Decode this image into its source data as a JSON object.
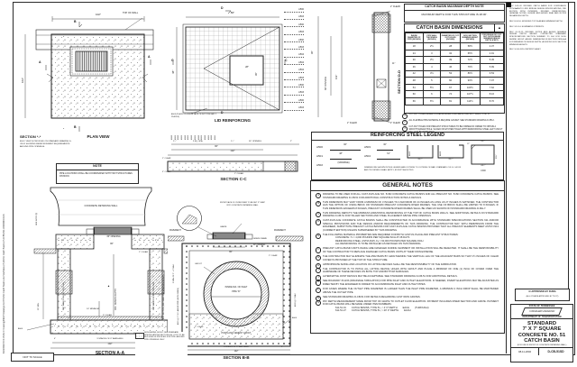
{
  "sheet": {
    "margin_text": "8/20/2002  9:15:15 AM    C:\\Users\\jg04b47\\Drawings\\D-CB 51SD Catch Basins and Manholes (P)100-51 Catch Basins (P-2CB51SD.19200000.DGN",
    "not_to_scale": "NOT T0 SCALE"
  },
  "plan_view": {
    "title": "PLAN VIEW",
    "top_of_wall": "TOP OF WALL",
    "dim_width": "102\"",
    "dim_height": "102\"",
    "cut_a": "A",
    "cut_b": "B",
    "cut_star": "*"
  },
  "lid_reinforcing": {
    "title": "LID REINFORCING",
    "dim_top": "86\"",
    "dim_left": "48\"",
    "dim_opening_w": "28\"",
    "dim_opening_h": "36\"",
    "cut_c": "C",
    "cut_d": "D",
    "note": "A503 (PLACE ON INSIDE FACE OF BOTTOM MAT, 2 PLACES)"
  },
  "section_dd": {
    "title": "SECTION D-D",
    "bar_labels": [
      "A500",
      "A503",
      "A500",
      "A503",
      "A500",
      "A503",
      "A504",
      "A504",
      "A504",
      "A503",
      "A500",
      "A503",
      "A500",
      "A503"
    ],
    "dim_36": "36\"",
    "dim_opening": "36\" OPENING",
    "dim_102": "102\"",
    "dim_11": "11\"",
    "clear_top": "2\" CLEAR",
    "clear_bottom": "2\" CLEAR",
    "clear_left": "2\" CLEAR"
  },
  "max_depth_note": {
    "title": "CATCH BASIN MAXIMUM DEPTH NOTE",
    "body": "MAXIMUM DEPTH FOR THIS STRUCTURE IS 28.00'."
  },
  "dimensions_table": {
    "title": "CATCH BASIN DIMENSIONS",
    "marker": "▲",
    "headers": [
      "INSIDE DIAMETER OF PIPE (INCHES)",
      "PIPE WALL THICKNESS (INCHES)",
      "DIAMETER OF CUT-OUT HOLES (INCHES)",
      "BOX SECTION MINIMUM HEIGHT (INCHES)",
      "FOR DESIGN OF CUT-OUT CATCH BASIN MINIMUM DESIGN DEPTH (FEET)"
    ],
    "rows": [
      [
        "18",
        "2½",
        "28",
        "58½",
        "4.37"
      ],
      [
        "24",
        "3",
        "32",
        "65½",
        "4.91"
      ],
      [
        "30",
        "3½",
        "39",
        "72½",
        "5.45"
      ],
      [
        "36",
        "4",
        "46",
        "79½",
        "5.99"
      ],
      [
        "42",
        "4½",
        "53",
        "86½",
        "6.53"
      ],
      [
        "48",
        "5",
        "60",
        "93½",
        "7.07"
      ],
      [
        "54",
        "5½",
        "67",
        "100½",
        "7.62"
      ],
      [
        "60",
        "6",
        "74",
        "107½",
        "8.16"
      ],
      [
        "66",
        "6½",
        "81",
        "114½",
        "8.70"
      ]
    ],
    "footnotes": [
      {
        "num": "1",
        "text": "CUT-OUT HOLES BASED ON REINFORCED CONCRETE PIPE WITH WALL TYPE \"B\"."
      },
      {
        "num": "2",
        "text": "ALL FLEXIBLE PIPE MATERIALS REQUIRE GASKET. SEE STANDARD DRAWING D-PB-2."
      },
      {
        "num": "3",
        "text": "CUT-OUT HOLES FOR PRECAST STRUCTURES TO BE FORMED IN ORDER TO OBTAIN A SMOOTH EDGED HOLE. SLICED OR ETCHED HOLES WITH REINFORCING STEEL LEFT UNCUT WILL NOT BE PERMITTED."
      }
    ]
  },
  "reinforcing_legend": {
    "title": "REINFORCING STEEL LEGEND",
    "straight_bars": [
      {
        "mark": "A500",
        "dim": "96\""
      },
      {
        "mark": "A501",
        "dim": "48\""
      },
      {
        "mark": "A502",
        "dim": "(VARIABLE)"
      },
      {
        "mark": "A503",
        "dim": "30\""
      },
      {
        "mark": "A504",
        "dim": "61\""
      }
    ],
    "bent_bars": [
      {
        "mark": "A505",
        "dim": "20½\""
      },
      {
        "mark": "A506",
        "dim": "20½\""
      }
    ],
    "box_bar": {
      "mark": "L500",
      "dim_top": "66½\"",
      "dim_right": "60½\"",
      "dim_bottom": "66½\"",
      "dim_corner": "12\""
    },
    "note": "DIMENSIONS SHOWN IN THIS LEGEND ARE OUTSIDE TO OUTSIDE OF BAR. STANDARD C.R.S.I. HOOK AND TIE DETAILS SHALL APPLY, EXCEPT AS NOTED."
  },
  "pipe_note": {
    "title": "NOTE",
    "text": "PIPE LOCATIONS SHALL BE COORDINATED WITH TDOT STRUCTURES DIVISION."
  },
  "section_star": {
    "title": "SECTION *-*",
    "text": "ELEV. VIEW IS PROVIDED ON STANDARD DRAWING D-CB-51 SHOWING REINFORCEMENT REQUIREMENTS AROUND PIPE OPENINGS."
  },
  "section_cc": {
    "title": "SECTION C-C",
    "bar_labels": [
      "A500",
      "A503",
      "A500",
      "A503",
      "A500",
      "A503",
      "A500",
      "A503",
      "A500",
      "A503",
      "A500",
      "A503",
      "A500",
      "A504"
    ],
    "dims_row1": [
      "2½\"",
      "9 EQ. SPA.",
      "1½\"",
      "36\" OPENING",
      "2\""
    ],
    "dim_86": "86\"",
    "dim_102": "102\"",
    "clear_left_top": "2\" CLEAR",
    "clear_left_bot": "3\" CLEAR",
    "clear_bottom": "2\" CLEAR"
  },
  "general_notes": {
    "title": "GENERAL NOTES",
    "items": [
      {
        "letter": "A",
        "text": "DRAWING TO BE USED FOR ALL CAST-IN-PLACE NO. 51SD CONCRETE CATCH BASINS AND ALL PRECAST NO. 51SD CONCRETE CATCH BASINS. SEE STANDARD DRAWING D-CB-51 FOR ADDITIONAL CONSTRUCTION NOTES & DETAILS."
      },
      {
        "letter": "B",
        "text": "THIS DIMENSION MAY VARY FROM A MINIMUM OF 3 INCHES TO A MAXIMUM OF 24 INCHES AS LONG AS 27 INCHES IS SATISFIED. THE CONTRACTOR HAS THE OPTION OF USING BRICK OR STANDARD PRECAST CONCRETE RISER FRAMES. THE USE OF BRICK SHALL BE LIMITED TO 8 INCHES. IF THIS DIMENSION EXCEEDS 8 INCHES, PRECAST CONCRETE RISER FRAMES SHALL BE USED AS SHOWN ON STANDARD DRAWING D-MH-7."
      },
      {
        "letter": "C",
        "text": "THIS DRAWING DEPICTS THE MINIMUM HORIZONTAL REINFORCING AT THE TOP OF CATCH BASIN WALLS. SEE ADDITIONAL DETAILS ON STANDARD DRAWING D-CB-51 FOR TALLER SECTIONS AND STEEL PLACEMENT ABOVE PIPE OPENINGS."
      },
      {
        "letter": "D",
        "text": "CAST-IN-PLACE CONCRETE CATCH BASINS SHALL BE CONSTRUCTED IN ACCORDANCE WITH STANDARD SPECIFICATIONS SECTION 611 AND/OR SPECIAL PROVISIONS AND THE DESIGN AND/OR REQUIREMENTS OF THIS DRAWING. THE CONTRACTOR MAY, WITH PERMISSION FROM THE ENGINEER, SUBSTITUTE PRECAST CATCH BASINS FOR CAST-IN-PLACE CATCH BASINS PROVIDED THAT ALL PRECAST ELEMENTS MEET ASTM C913 (CURRENT EDITION) UNLESS SUPERSEDED BY THIS DRAWING."
      },
      {
        "letter": "E",
        "text": "THE FOLLOWING MATERIAL PROPERTIES ARE REQUIRED FOR BOTH CAST-IN-PLACE AND PRECAST STRUCTURES:",
        "sub": [
          "CONCRETE: f'c = 4,000 POUNDS PER SQUARE INCH AT 28 DAYS",
          "REINFORCING STEEL: ASTM A615, Fy = 60,000 POUNDS PER SQUARE INCH",
          "ALL REINFORCING IS TO BE INSTALLED AS DETAILED ON THIS DRAWING."
        ]
      },
      {
        "letter": "F",
        "text": "PRECAST CATCH BASIN UNITS WHICH ARE DAMAGED DURING SHIPMENT OR INSTALLATION WILL BE REJECTED. IT SHALL BE THE RESPONSIBILITY OF THE CONTRACTOR TO REPLACE DAMAGED CATCH BASIN UNITS AT THEIR OWN EXPENSE."
      },
      {
        "letter": "G",
        "text": "THE CONTRACTOR MAY ELIMINATE THE A502 BARS BY LENGTHENING THE VERTICAL LEG OF THE ADJACENT BARS SO THAT 1½ INCHES OF CLEAR COVER IS PROVIDED AT THE TOP OF THE STRUCTURE."
      },
      {
        "letter": "H",
        "text": "APPROPRIATE SIZING AND LOCATION OF LIFTING DEVICES SHALL BE THE RESPONSIBILITY OF THE FABRICATOR."
      },
      {
        "letter": "I",
        "text": "THE CONTRACTOR IS TO PATCH ALL LIFTING DEVICE HOLES WITH GROUT AND PLACE A MINIMUM OF ONE (1) INCH OF COVER OVER THE HARDWARE OF THESE DEVICES ON BOTH TOP AND BOTTOM SURFACES."
      },
      {
        "letter": "J",
        "text": "ALTERNATIVE JOINT DETAILS MAY BE ACCEPTABLE. SEE STANDARD DRAWING D-CB-51 FOR ADDITIONAL DETAILS."
      },
      {
        "letter": "K",
        "text": "SEE ROADWAY PLANS (DRAINAGE TABULATION) FOR PIPE INLET AND OUTLET ELEVATIONS. IF NEEDED, INVERT ELEVATIONS MAY BE ADJUSTED AS DIRECTED BY THE ENGINEER IN ORDER TO ACCOMMODATE INLET AND OUTLET PIPES."
      },
      {
        "letter": "L",
        "text": "FOR CASES WHERE THE OUTLET PIPE DIAMETER IS LARGER THAN THE INLET PIPE DIAMETER, A MINIMUM 2 INCH DROP SHALL BE MAINTAINED ABOVE THE OUTLET PIPE."
      },
      {
        "letter": "M",
        "text": "SEE STANDARD DRAWING D-CB-51 FOR DETAILS REGARDING CAST IRON GRATES."
      },
      {
        "letter": "N",
        "text": "PAY DEPTH MEASUREMENT MADE FROM TOP OF GRATE TO OUTLET FLOW ELEVATION. PAYMENT INCLUDES RISER SECTION AND GRATE. PAYMENT FOR CATCH BASIN WILL BE MADE UNDER ITEM NUMBERS:",
        "pay": [
          {
            "code": "611-51.01",
            "desc": "CATCH BASINS, TYPE 51, < 4' 0\" DEPTH",
            "unit": "EACH",
            "extra": "(THROUGH)"
          },
          {
            "code": "611-51.27",
            "desc": "CATCH BASINS, TYPE 51, > 20' 0\" DEPTH",
            "unit": "EACH",
            "extra": ""
          }
        ]
      }
    ]
  },
  "section_aa": {
    "title": "SECTION A-A",
    "labels": {
      "retaining_wall": "CONCRETE RETAINING WALL",
      "see_note_b": "SEE NOTE Ⓑ",
      "opening": "36\" OPENING",
      "dim_86": "86\"",
      "clear_2": "2\" CLEAR",
      "dim_8_left": "8\"",
      "dim_8_right": "8\"",
      "min_design_depth": "MIN. DESIGN DEPTH",
      "marker": "▲",
      "cutout_left": "SEE TABLE FOR CUT-OUT HOLE",
      "cutout_right": "SEE TABLE FOR CUT-OUT HOLE",
      "box_section": "BOX SECTION (SEE TABLE FOR MINIMUM HEIGHT)",
      "min_24": "24\" MINIMUM",
      "clear_3": "3\" CLEAR",
      "bar_a500": "A500",
      "min_20": "20\" MIN.",
      "dim_4_left": "4\"",
      "spaces": "9 SPACES OF 8\" BARS A500",
      "dim_4_right": "4\"",
      "dim_102": "102\""
    }
  },
  "section_bb": {
    "title": "SECTION B-B",
    "labels": {
      "front_face": "FRONT FACE OF CURB RISER TO BE SET 3\" DEEP INTO CONCRETE RETAINING WALL",
      "pavement_left": "PAVEMENT",
      "pavement_right": "PAVEMENT",
      "grate": "GRATE",
      "grate_frame": "GRATE FRAME",
      "grout": "GROUT",
      "opening": "36\" OPENING",
      "dim_86": "86\"",
      "clear_2": "2\" CLEAR",
      "pipe_dia_1": "INSIDE DIA. OF INLET",
      "pipe_dia_2": "PIPE \"D\"",
      "portland": "PORTLAND CEMENT GROUT",
      "clear_3": "3\" CLEAR",
      "spa_left": "2 SPA. OF 3\" = 6\" MAX.",
      "a501_left": "A501 @ 3\" O.C. ABOVE PIPE (BOTH SIDES)",
      "a502_right": "A502 @ 5\" MAX.",
      "a500": "A500",
      "dim_8_left": "8\"",
      "spaces": "4 SPACES OF 8\" BARS A500",
      "dim_8_right": "8\"",
      "dim_102": "102\""
    }
  },
  "grout_legend": {
    "text": "NON-SHRINK GROUT: SEE STANDARD SPECIFICATIONS SECTION 604. COST TO BE INCLUDED IN PRICE BID FOR PIPE. AROUND PIPE OPENINGS ONLY."
  },
  "revisions": {
    "items": [
      "REV. 8-01-02: REVISED CATCH BASIN FOR COMPLIANCE WITH AASHTO LRFD BRIDGE DESIGN SPECIFICATIONS, 2ND EDITION WITH INTERIMS. REVISED REINFORCING, GENERAL NOTES, LEGEND AND ADDED SEAL AND NOTES REGARDING DEPTH.",
      "REV. 8-24-10: MODIFIED TOP SLAB AND MINIMUM DEPTH.",
      "REV. 3-11-14: ELIMINATED STIRRUPS.",
      "REV. 05-15-15: REVISED NOTES AND ADDED MINIMUM DESIGN DEPTH VALUES. CORRECTED STANDARD SPECIFICATIONS SECTION NUMBER TO 604 FOR NON-SHRINK GROUT. ADDED DIMENSIONS IN SECTION VIEW A-A FOR MINIMUM CB DESIGN DEPTH. ADJUSTED BOX SECTION MINIMUM HEIGHTS.",
      "REV. 10-30-2020: REPRINT SHEET."
    ]
  },
  "approval": {
    "checkbox": "☑",
    "line1": "APPROVED BY FHWA",
    "line2": "(ALL OTHERS APPROVED BY TDOT)"
  },
  "title_block": {
    "state": "STATE OF TENNESSEE",
    "banner": "STANDARD DRAWING",
    "department": "DEPARTMENT OF TRANSPORTATION",
    "title_lines": [
      "STANDARD",
      "7' X 7' SQUARE",
      "CONCRETE NO. 51",
      "CATCH BASIN"
    ],
    "subtitle": "(FOR USE IN FRONT OF CONCRETE RETAINING WALL)",
    "date": "08-11-2002",
    "number": "D-CB-51SD"
  }
}
